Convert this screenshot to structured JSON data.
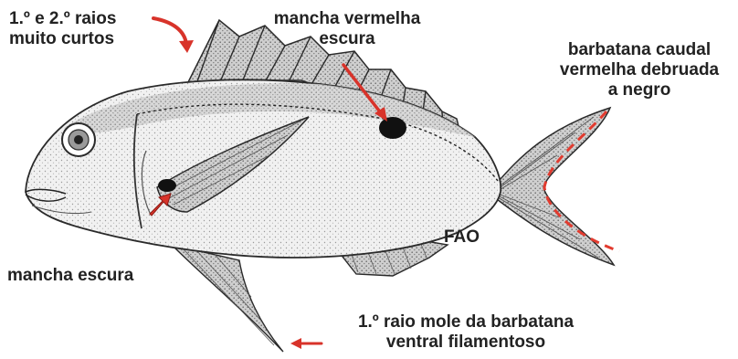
{
  "labels": {
    "short_rays": [
      "1.º e 2.º raios",
      "muito curtos"
    ],
    "red_spot": [
      "mancha vermelha",
      "escura"
    ],
    "caudal_fin": [
      "barbatana caudal",
      "vermelha debruada",
      "a negro"
    ],
    "fao": "FAO",
    "dark_spot": "mancha escura",
    "ventral_ray": [
      "1.º raio mole da barbatana",
      "ventral filamentoso"
    ]
  },
  "colors": {
    "arrow": "#d8332a",
    "caudal_outline": "#e23b2f",
    "text": "#222222",
    "fish_body": "#efefef",
    "fish_outline": "#2a2a2a",
    "spot": "#111111"
  }
}
